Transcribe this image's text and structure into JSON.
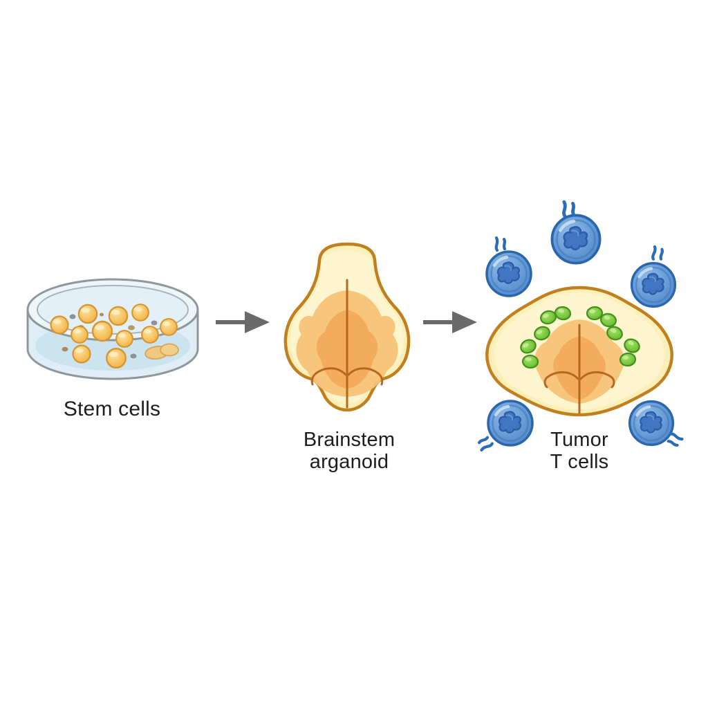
{
  "figure": {
    "background_color": "#ffffff",
    "steps": [
      {
        "id": "stem-cells",
        "label": "Stem cells"
      },
      {
        "id": "brainstem-organoid",
        "label_line1": "Brainstem",
        "label_line2": "arganoid"
      },
      {
        "id": "tumor-t-cells",
        "label_line1": "Tumor",
        "label_line2": "T cells"
      }
    ],
    "arrows": {
      "count": 2,
      "direction": "right",
      "color": "#6a6a6a"
    },
    "counts": {
      "stem_cells_in_dish": 12,
      "debris_specks": 7,
      "green_tumor_cells": 10,
      "t_cells": 5,
      "t_cells_with_motion_marks": 5
    },
    "palette": {
      "organoid_outline": "#c0801f",
      "organoid_fill": "#fcf0bb",
      "organoid_inner_wash": "#fdf6d2",
      "organoid_mid_orange": "#f7c277",
      "organoid_deep_orange": "#f2a958",
      "organoid_midline": "#b5691e",
      "dish_outline": "#8f969c",
      "dish_fill": "#e9f3f8",
      "dish_medium_blue": "#c9e1ee",
      "stem_cell_fill": "#f5bc55",
      "stem_cell_outline": "#d6952f",
      "speck_gray": "#8d9299",
      "speck_brown": "#a98a5f",
      "tumor_cell_green": "#76c73c",
      "tumor_cell_outline": "#44901c",
      "t_cell_fill": "#6298d3",
      "t_cell_outline": "#2a66ae",
      "t_cell_nucleus": "#4076c2",
      "motion_mark_blue": "#2b6cb8",
      "label_text": "#1d1d1d"
    }
  }
}
